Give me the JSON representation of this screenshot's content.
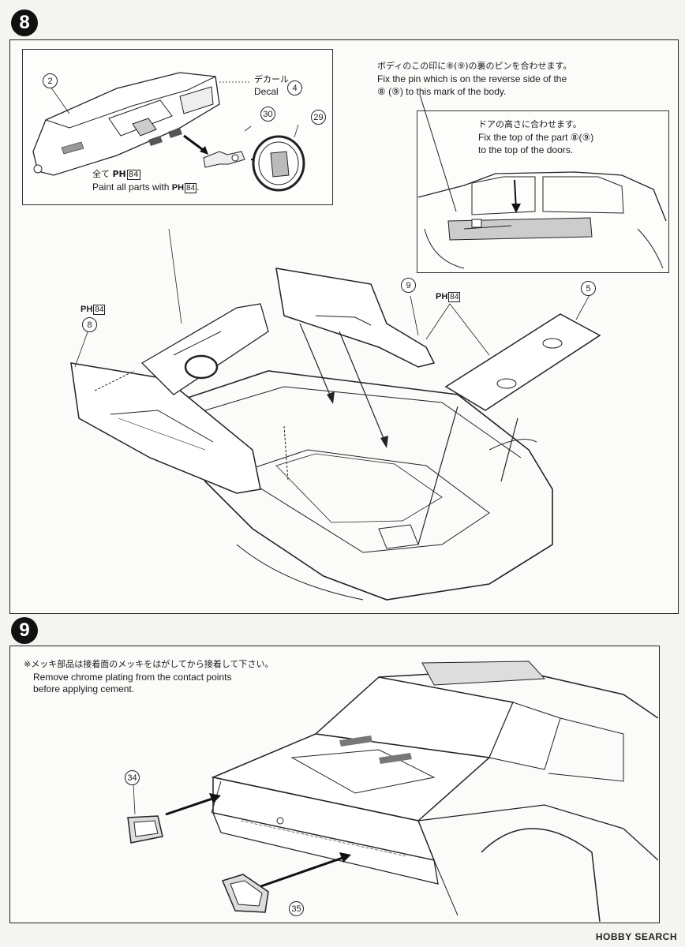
{
  "step8": {
    "badge": "8",
    "callout": {
      "part_num": "2",
      "decal_jp": "デカール",
      "decal_en": "Decal",
      "decal_num": "4",
      "part30": "30",
      "part29": "29",
      "paint_jp": "全て",
      "paint_en": "Paint all parts with",
      "paint_code": "PH",
      "paint_box": "84",
      "paint_end": "."
    },
    "pin_note": {
      "jp": "ボディのこの印に⑧(⑨)の裏のピンを合わせます。",
      "en1": "Fix the pin which is on the reverse side of the",
      "en2": "⑧ (⑨) to this mark of the body."
    },
    "door_note": {
      "jp": "ドアの高さに合わせます。",
      "en1": "Fix the top of the part ⑧(⑨)",
      "en2": "to the top of the doors."
    },
    "labels": {
      "ph_left": "PH",
      "ph_left_box": "84",
      "part8": "8",
      "part9": "9",
      "ph_right": "PH",
      "ph_right_box": "84",
      "part5": "5"
    }
  },
  "step9": {
    "badge": "9",
    "note": {
      "jp": "※メッキ部品は接着面のメッキをはがしてから接着して下さい。",
      "en1": "Remove chrome plating from the contact points",
      "en2": "before applying cement."
    },
    "part34": "34",
    "part35": "35"
  },
  "watermark": "HOBBY SEARCH"
}
